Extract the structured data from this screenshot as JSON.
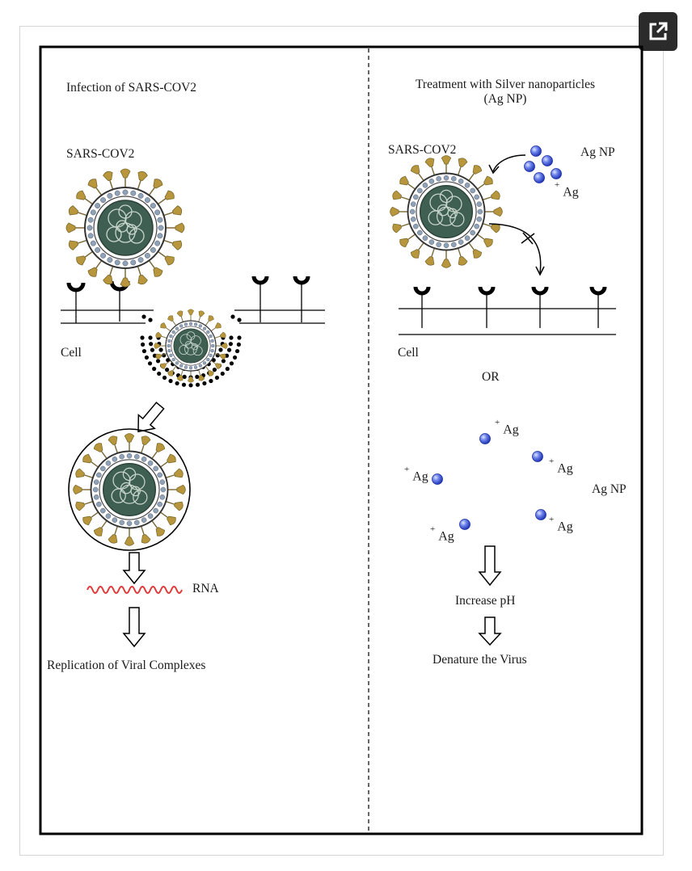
{
  "left": {
    "title": "Infection of SARS-COV2",
    "virus_label": "SARS-COV2",
    "cell_label": "Cell",
    "rna_label": "RNA",
    "result": "Replication of Viral Complexes"
  },
  "right": {
    "title_line1": "Treatment with Silver nanoparticles",
    "title_line2": "(Ag NP)",
    "virus_label": "SARS-COV2",
    "agnp_label": "Ag NP",
    "ag_symbol": "Ag",
    "ag_charge": "+",
    "cell_label": "Cell",
    "or_label": "OR",
    "agnp_label2": "Ag NP",
    "step1": "Increase pH",
    "step2": "Denature the Virus"
  },
  "colors": {
    "frame": "#000000",
    "virus_core": "#3f5f52",
    "spike": "#b8963e",
    "ag_particle": "#3b55d6",
    "rna": "#e03a3a",
    "expand_button": "#2b2b2b"
  },
  "icons": {
    "expand": "external-link-icon"
  }
}
